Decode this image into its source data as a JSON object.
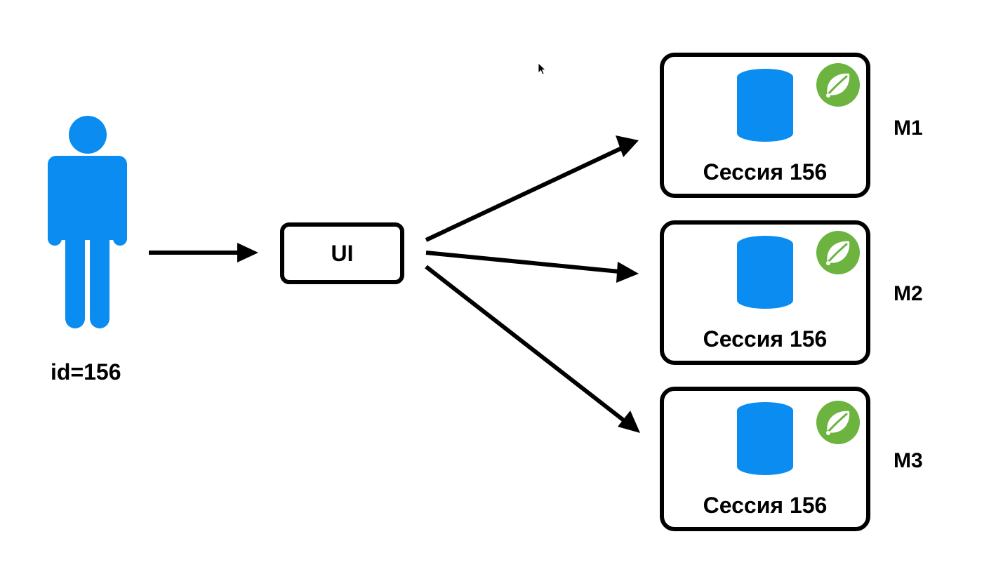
{
  "user": {
    "icon": "person-icon",
    "label": "id=156"
  },
  "ui_box": {
    "label": "UI"
  },
  "nodes": [
    {
      "name": "M1",
      "session_label": "Сессия 156",
      "db_icon": "database-icon",
      "badge_icon": "spring-leaf-icon"
    },
    {
      "name": "M2",
      "session_label": "Сессия 156",
      "db_icon": "database-icon",
      "badge_icon": "spring-leaf-icon"
    },
    {
      "name": "M3",
      "session_label": "Сессия 156",
      "db_icon": "database-icon",
      "badge_icon": "spring-leaf-icon"
    }
  ],
  "colors": {
    "accent_blue": "#0A8CF0",
    "spring_green": "#6DB33F",
    "stroke": "#000000"
  }
}
